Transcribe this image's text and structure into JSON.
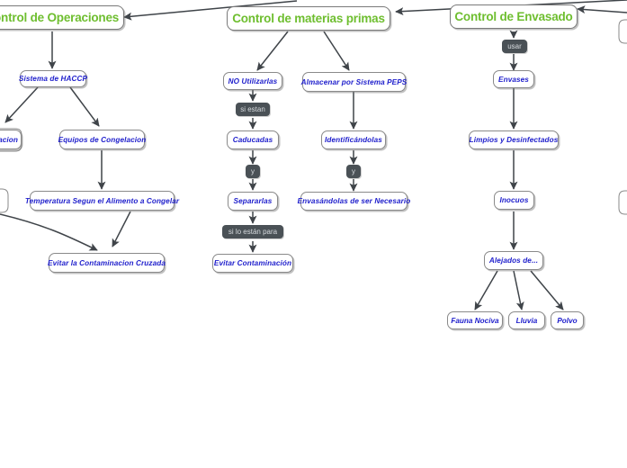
{
  "diagram": {
    "title_visible": false,
    "colors": {
      "header_text": "#6EBE2F",
      "node_text": "#2020CC",
      "node_border": "#8a8a8a",
      "edge_line": "#3f4449",
      "label_bg": "#4a5156",
      "label_text": "#d8dce0",
      "background": "#ffffff"
    },
    "headers": [
      {
        "id": "h_operaciones",
        "label": "ontrol de Operaciones",
        "clipped": true
      },
      {
        "id": "h_materias",
        "label": "Control de materias primas",
        "clipped": false
      },
      {
        "id": "h_envasado",
        "label": "Control de Envasado",
        "clipped": false
      }
    ],
    "nodes": [
      {
        "id": "n_haccp",
        "label": "Sistema de HACCP"
      },
      {
        "id": "n_clip_acion",
        "label": "acion"
      },
      {
        "id": "n_congelacion",
        "label": "Equipos de Congelacion"
      },
      {
        "id": "n_temperatura",
        "label": "Temperatura Segun el Alimento a Congelar"
      },
      {
        "id": "n_cruzada",
        "label": "Evitar la Contaminacion Cruzada"
      },
      {
        "id": "n_no_utilizarlas",
        "label": "NO Utilizarlas"
      },
      {
        "id": "n_almacenar",
        "label": "Almacenar por Sistema PEPS"
      },
      {
        "id": "n_caducadas",
        "label": "Caducadas"
      },
      {
        "id": "n_identificandolas",
        "label": "Identificándolas"
      },
      {
        "id": "n_separarlas",
        "label": "Separarlas"
      },
      {
        "id": "n_envasandolas",
        "label": "Envasándolas de ser Necesario"
      },
      {
        "id": "n_evitar_contaminacion",
        "label": "Evitar Contaminación"
      },
      {
        "id": "n_envases",
        "label": "Envases"
      },
      {
        "id": "n_limpios",
        "label": "Limpios y Desinfectados"
      },
      {
        "id": "n_inocuos",
        "label": "Inocuos"
      },
      {
        "id": "n_alejados",
        "label": "Alejados de..."
      },
      {
        "id": "n_fauna",
        "label": "Fauna Nociva"
      },
      {
        "id": "n_lluvia",
        "label": "Lluvia"
      },
      {
        "id": "n_polvo",
        "label": "Polvo"
      }
    ],
    "edge_labels": [
      {
        "id": "l_si_estan",
        "label": "si estan"
      },
      {
        "id": "l_y_1",
        "label": "y"
      },
      {
        "id": "l_y_2",
        "label": "y"
      },
      {
        "id": "l_si_lo_estan_para",
        "label": "si lo están para"
      },
      {
        "id": "l_usar",
        "label": "usar"
      }
    ]
  }
}
